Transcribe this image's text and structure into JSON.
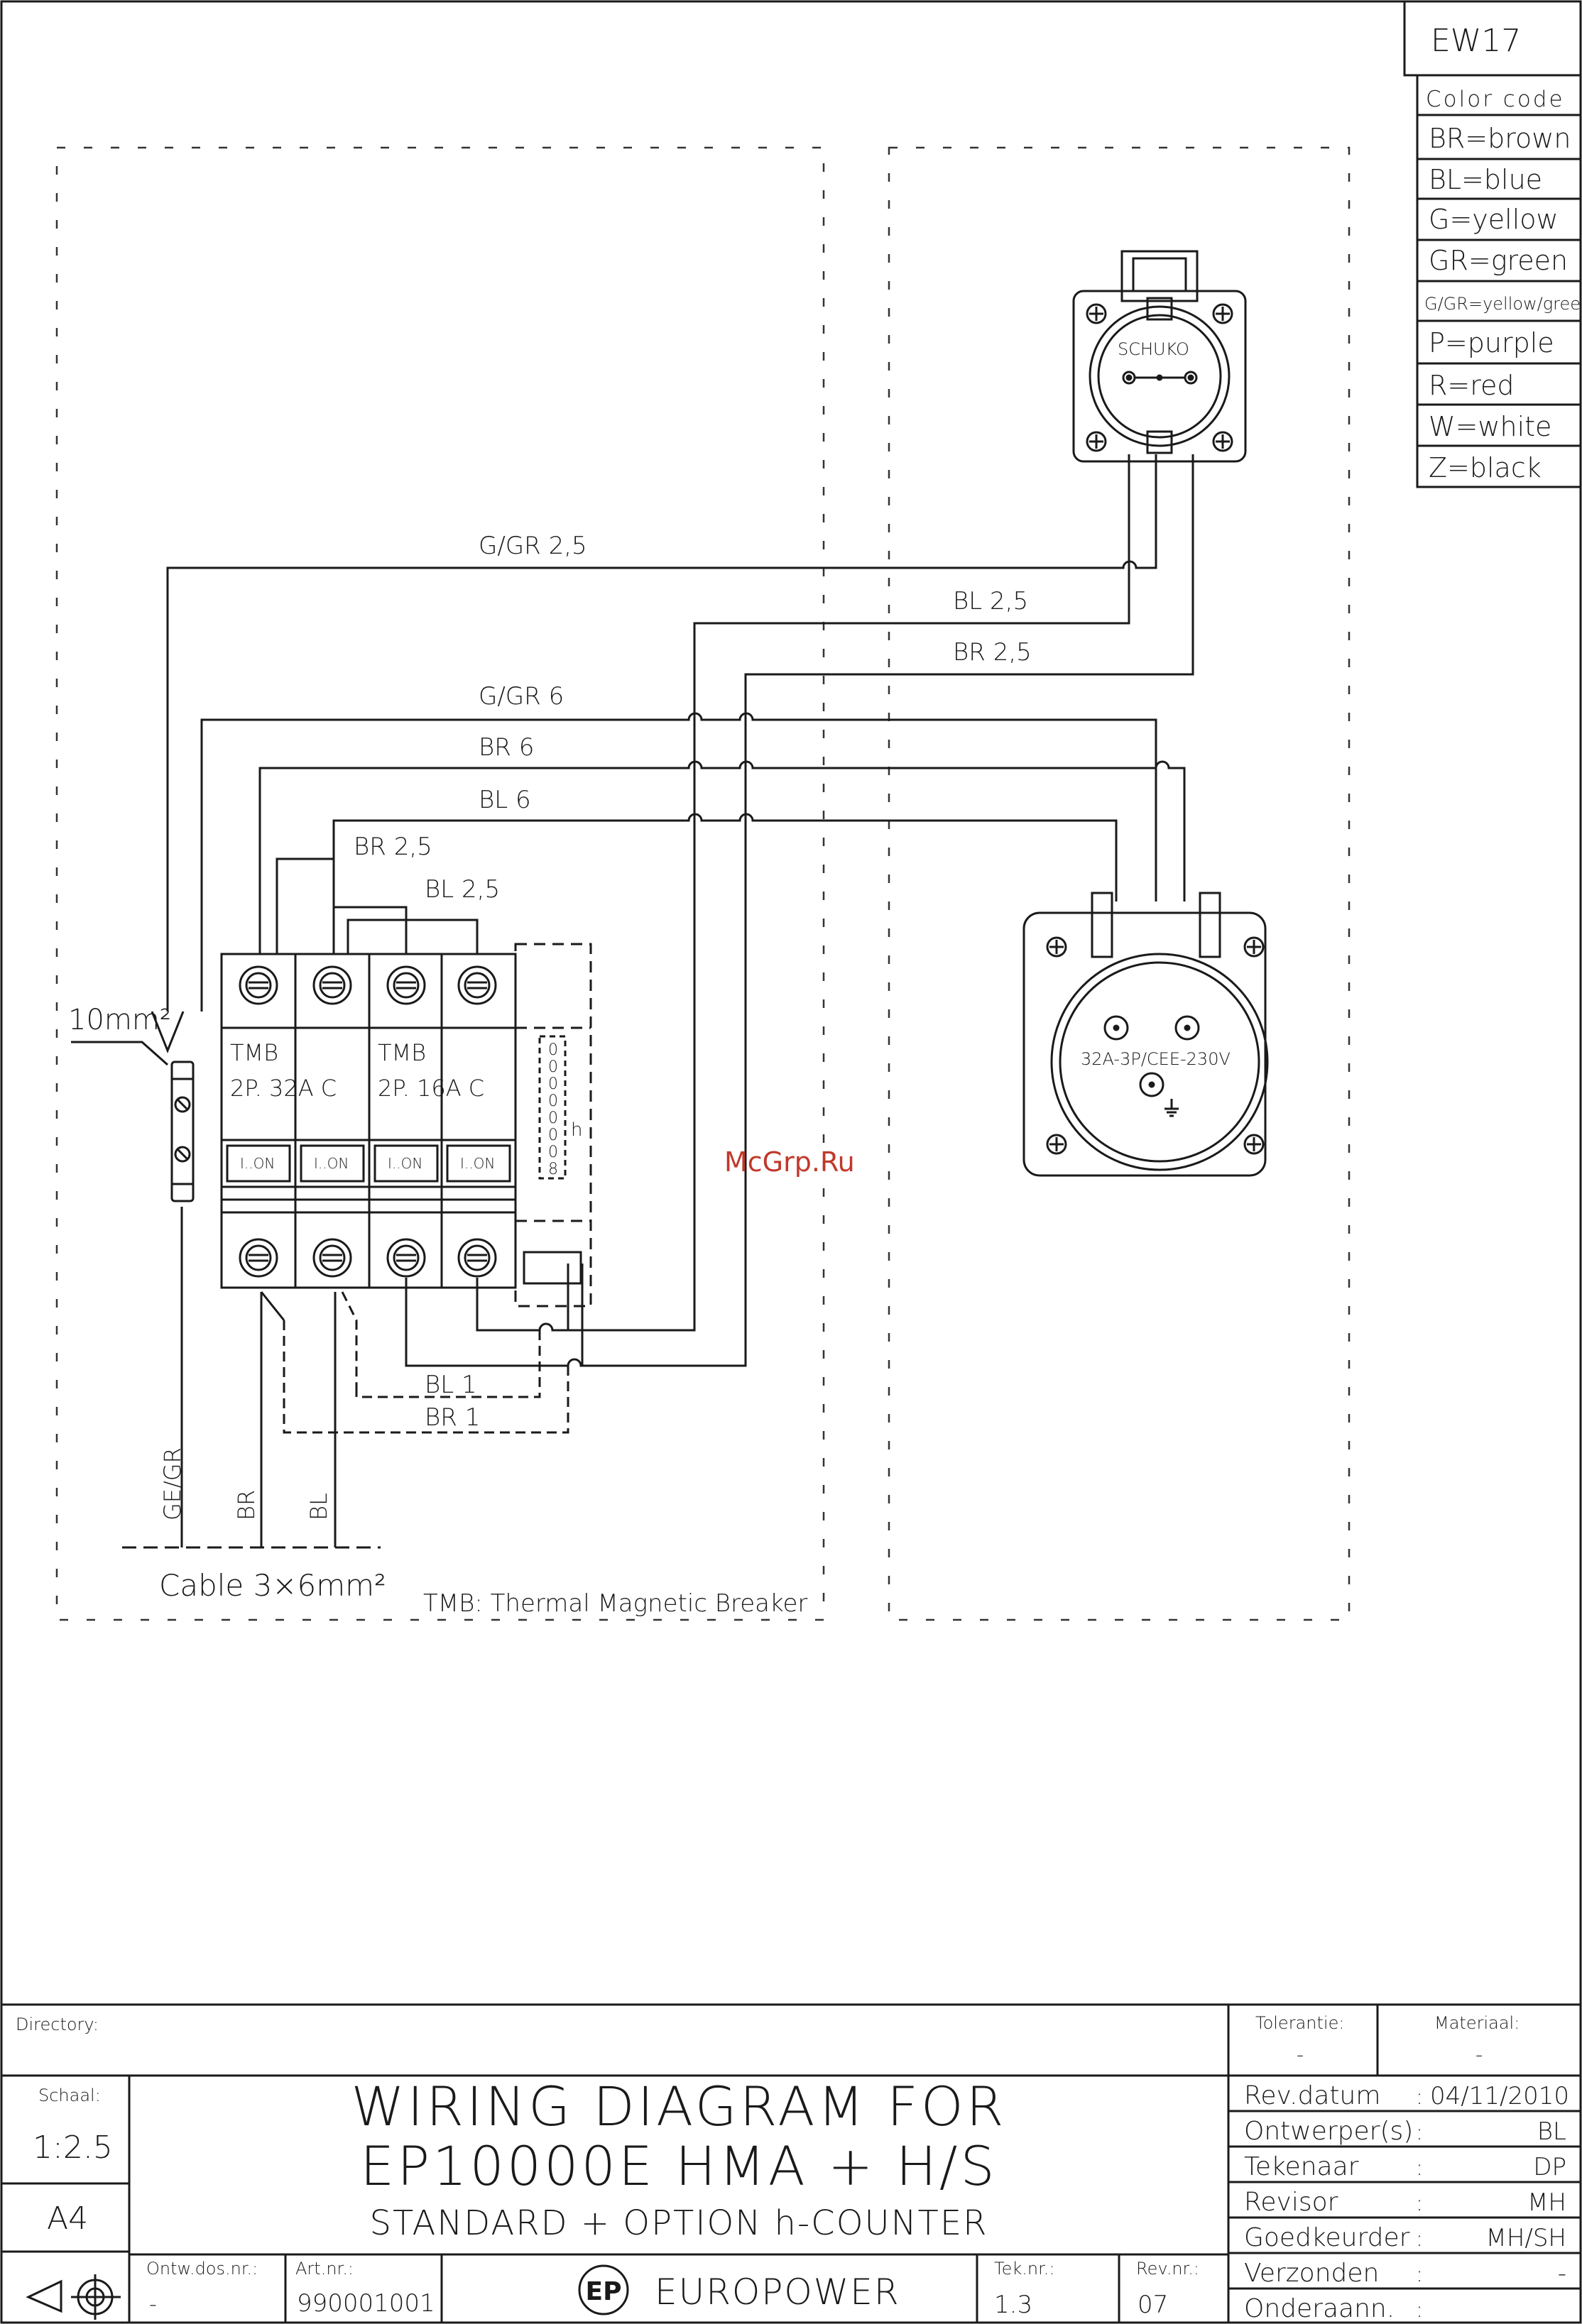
{
  "sheet_code": "EW17",
  "color_code": {
    "title": "Color code",
    "entries": [
      "BR=brown",
      "BL=blue",
      "G=yellow",
      "GR=green",
      "G/GR=yellow/green",
      "P=purple",
      "R=red",
      "W=white",
      "Z=black"
    ]
  },
  "wires": {
    "schuko_ground": "G/GR 2,5",
    "schuko_blue": "BL 2,5",
    "schuko_brown": "BR 2,5",
    "cee_ground": "G/GR 6",
    "cee_brown": "BR 6",
    "cee_blue": "BL 6",
    "breaker_brown": "BR 2,5",
    "breaker_blue": "BL 2,5",
    "counter_blue": "BL 1",
    "counter_brown": "BR 1",
    "cable_ground": "GE/GR",
    "cable_brown": "BR",
    "cable_blue": "BL"
  },
  "components": {
    "schuko_label": "SCHUKO",
    "cee_label": "32A-3P/CEE-230V",
    "ground_terminal_label": "10mm²",
    "breaker1_type": "TMB",
    "breaker1_rating": "2P. 32A C",
    "breaker2_type": "TMB",
    "breaker2_rating": "2P. 16A C",
    "switch_label": "I..ON",
    "counter_digits": [
      "0",
      "0",
      "0",
      "0",
      "0",
      "0",
      "0",
      "8"
    ],
    "counter_unit": "h",
    "cable_label": "Cable 3×6mm²",
    "legend_note": "TMB: Thermal Magnetic Breaker"
  },
  "watermark": "McGrp.Ru",
  "title_block": {
    "directory_label": "Directory:",
    "tolerantie_label": "Tolerantie:",
    "tolerantie_value": "-",
    "materiaal_label": "Materiaal:",
    "materiaal_value": "-",
    "schaal_label": "Schaal:",
    "schaal_value": "1:2.5",
    "format": "A4",
    "title_line1": "WIRING DIAGRAM FOR",
    "title_line2": "EP10000E HMA + H/S",
    "subtitle": "STANDARD + OPTION h-COUNTER",
    "ontw_label": "Ontw.dos.nr.:",
    "ontw_value": "-",
    "art_label": "Art.nr.:",
    "art_value": "990001001",
    "company": "EUROPOWER",
    "logo_text": "EP",
    "tek_label": "Tek.nr.:",
    "tek_value": "1.3",
    "rev_label": "Rev.nr.:",
    "rev_value": "07",
    "fields": [
      {
        "label": "Rev.datum",
        "value": "04/11/2010"
      },
      {
        "label": "Ontwerper(s)",
        "value": "BL"
      },
      {
        "label": "Tekenaar",
        "value": "DP"
      },
      {
        "label": "Revisor",
        "value": "MH"
      },
      {
        "label": "Goedkeurder",
        "value": "MH/SH"
      },
      {
        "label": "Verzonden",
        "value": "-"
      },
      {
        "label": "Onderaann.",
        "value": ""
      }
    ]
  }
}
